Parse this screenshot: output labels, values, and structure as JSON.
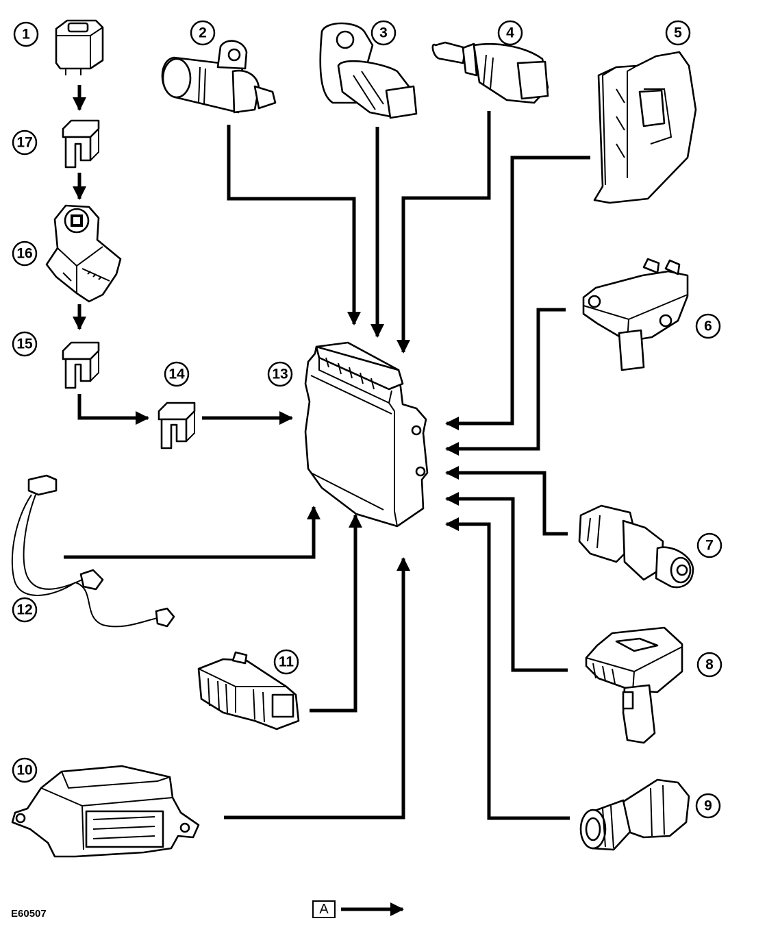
{
  "callouts": [
    {
      "id": "1",
      "label": "1"
    },
    {
      "id": "2",
      "label": "2"
    },
    {
      "id": "3",
      "label": "3"
    },
    {
      "id": "4",
      "label": "4"
    },
    {
      "id": "5",
      "label": "5"
    },
    {
      "id": "6",
      "label": "6"
    },
    {
      "id": "7",
      "label": "7"
    },
    {
      "id": "8",
      "label": "8"
    },
    {
      "id": "9",
      "label": "9"
    },
    {
      "id": "10",
      "label": "10"
    },
    {
      "id": "11",
      "label": "11"
    },
    {
      "id": "12",
      "label": "12"
    },
    {
      "id": "13",
      "label": "13"
    },
    {
      "id": "14",
      "label": "14"
    },
    {
      "id": "15",
      "label": "15"
    },
    {
      "id": "16",
      "label": "16"
    },
    {
      "id": "17",
      "label": "17"
    }
  ],
  "figure_code": "E60507",
  "legend": {
    "label": "A"
  }
}
